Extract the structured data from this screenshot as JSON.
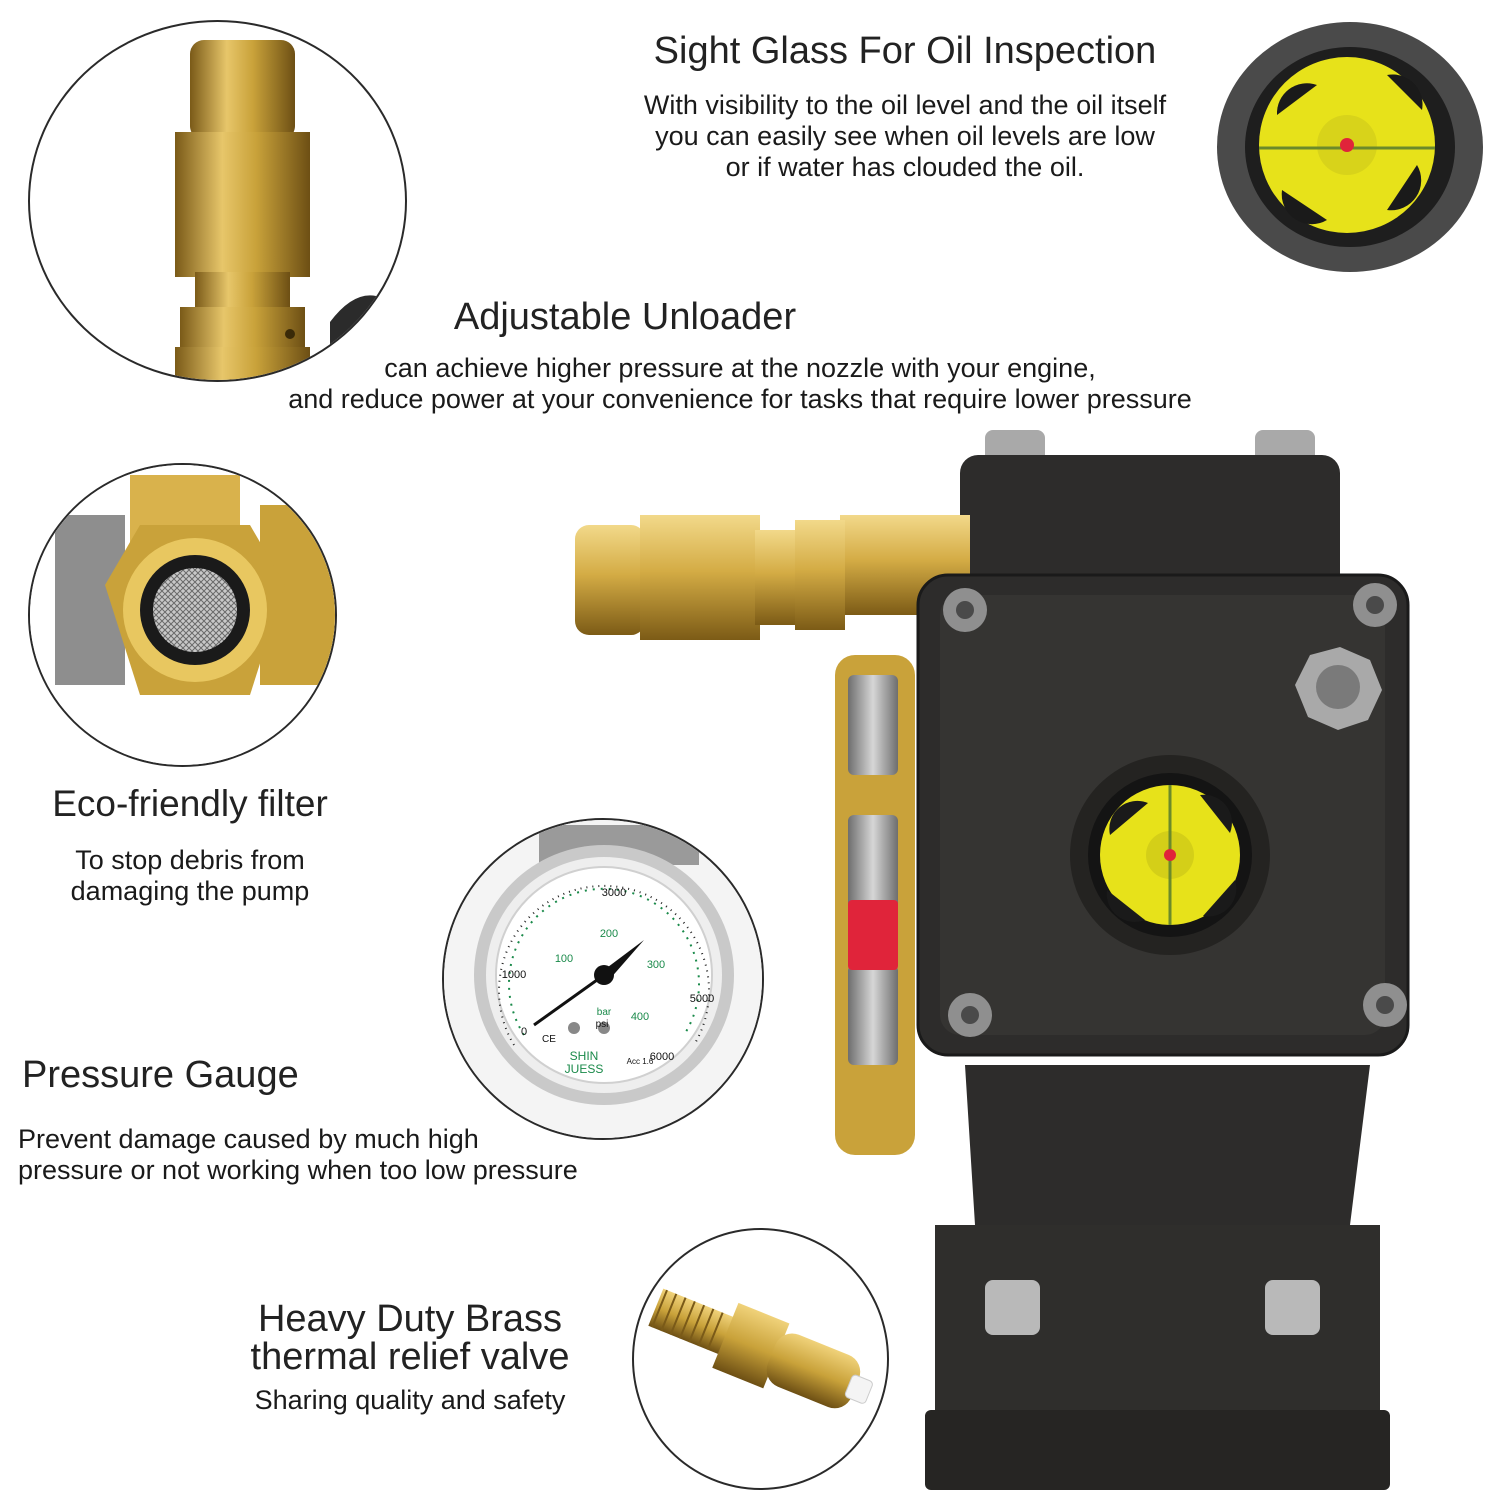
{
  "sight_glass": {
    "title": "Sight Glass For Oil Inspection",
    "desc_line1": "With visibility to the oil level and the oil itself",
    "desc_line2": "you can easily see when oil levels are low",
    "desc_line3": "or if water has clouded the oil."
  },
  "unloader": {
    "title": "Adjustable Unloader",
    "desc_line1": "can achieve higher pressure at the nozzle with your engine,",
    "desc_line2": "and reduce power at your convenience for tasks that require lower pressure"
  },
  "filter": {
    "title": "Eco-friendly filter",
    "desc_line1": "To stop debris from",
    "desc_line2": "damaging the pump"
  },
  "gauge": {
    "title": "Pressure Gauge",
    "desc_line1": "Prevent damage caused by much high",
    "desc_line2": "pressure or not working when too low pressure",
    "dial": {
      "psi_0": "0",
      "psi_1000": "1000",
      "psi_3000": "3000",
      "psi_5000": "5000",
      "psi_6000": "6000",
      "bar_100": "100",
      "bar_200": "200",
      "bar_300": "300",
      "bar_400": "400",
      "unit_bar": "bar",
      "unit_psi": "psi",
      "brand1": "SHIN",
      "brand2": "JUESS",
      "accuracy": "Acc 1.6",
      "ce": "CE"
    }
  },
  "relief_valve": {
    "title_line1": "Heavy Duty Brass",
    "title_line2": "thermal relief valve",
    "desc": "Sharing quality and safety"
  },
  "colors": {
    "brass": "#c9a23a",
    "pump_body": "#2d2c2b",
    "sight_yellow": "#e7e21a",
    "cap_red": "#e0243a"
  }
}
